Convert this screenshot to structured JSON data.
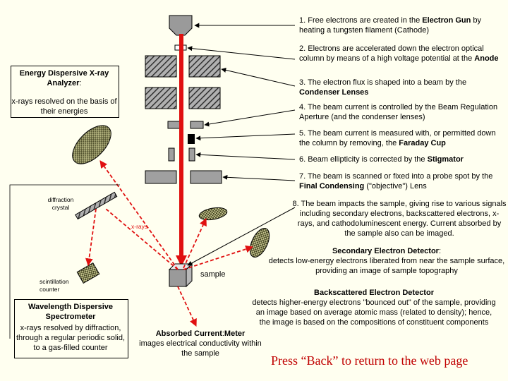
{
  "colors": {
    "beam": "#e01010",
    "xray_path": "#e01010",
    "background": "#fffff0",
    "lens": "#a0a0a0",
    "back_text": "#c00000"
  },
  "steps": [
    {
      "num": "1.",
      "text": "Free electrons are created in the",
      "bold": "Electron Gun",
      "tail": "by heating a tungsten filament (Cathode)"
    },
    {
      "num": "2.",
      "text": "Electrons are accelerated down the electron optical column by means of a high voltage potential at the",
      "bold": "Anode",
      "tail": ""
    },
    {
      "num": "3.",
      "text": "The electron flux is shaped into a beam by the",
      "bold": "Condenser Lenses",
      "tail": ""
    },
    {
      "num": "4.",
      "text": "The beam current is controlled by the Beam Regulation Aperture (and the condenser lenses)",
      "bold": "",
      "tail": ""
    },
    {
      "num": "5.",
      "text": "The beam current is measured with, or permitted down the column by removing, the",
      "bold": "Faraday Cup",
      "tail": ""
    },
    {
      "num": "6.",
      "text": "Beam ellipticity is corrected by the",
      "bold": "Stigmator",
      "tail": ""
    },
    {
      "num": "7.",
      "text": "The beam is scanned or fixed into a probe spot by the",
      "bold": "Final Condensing",
      "tail": "(\"objective\") Lens"
    },
    {
      "num": "8.",
      "text": "The beam impacts the sample, giving rise to various signals including secondary electrons, backscattered electrons, x-rays, and cathodoluminescent energy. Current absorbed by the sample also can be imaged.",
      "bold": "",
      "tail": ""
    }
  ],
  "eds": {
    "title": "Energy Dispersive X-ray Analyzer",
    "suffix": ":",
    "desc": "x-rays resolved on the basis of their energies"
  },
  "wds": {
    "title": "Wavelength Dispersive Spectrometer",
    "desc": "x-rays resolved by diffraction, through a regular periodic solid, to a gas-filled counter"
  },
  "labels": {
    "diffraction_crystal": "diffraction crystal",
    "scintillation_counter": "scintillation counter",
    "xrays": "x-rays",
    "sample": "sample"
  },
  "secondary": {
    "title": "Secondary Electron Detector",
    "suffix": ":",
    "desc": "detects low-energy electrons liberated from near the sample surface, providing an image of sample topography"
  },
  "backscattered": {
    "title": "Backscattered Electron Detector",
    "desc": "detects higher-energy electrons \"bounced out\" of the sample, providing an image based on average atomic mass (related to density); hence, the image is based on the compositions of constituent components"
  },
  "absorbed": {
    "title": "Absorbed Current",
    "sep": ":",
    "title2": "Meter",
    "desc": "images electrical conductivity within the sample"
  },
  "back_link": "Press “Back” to return to the web page"
}
